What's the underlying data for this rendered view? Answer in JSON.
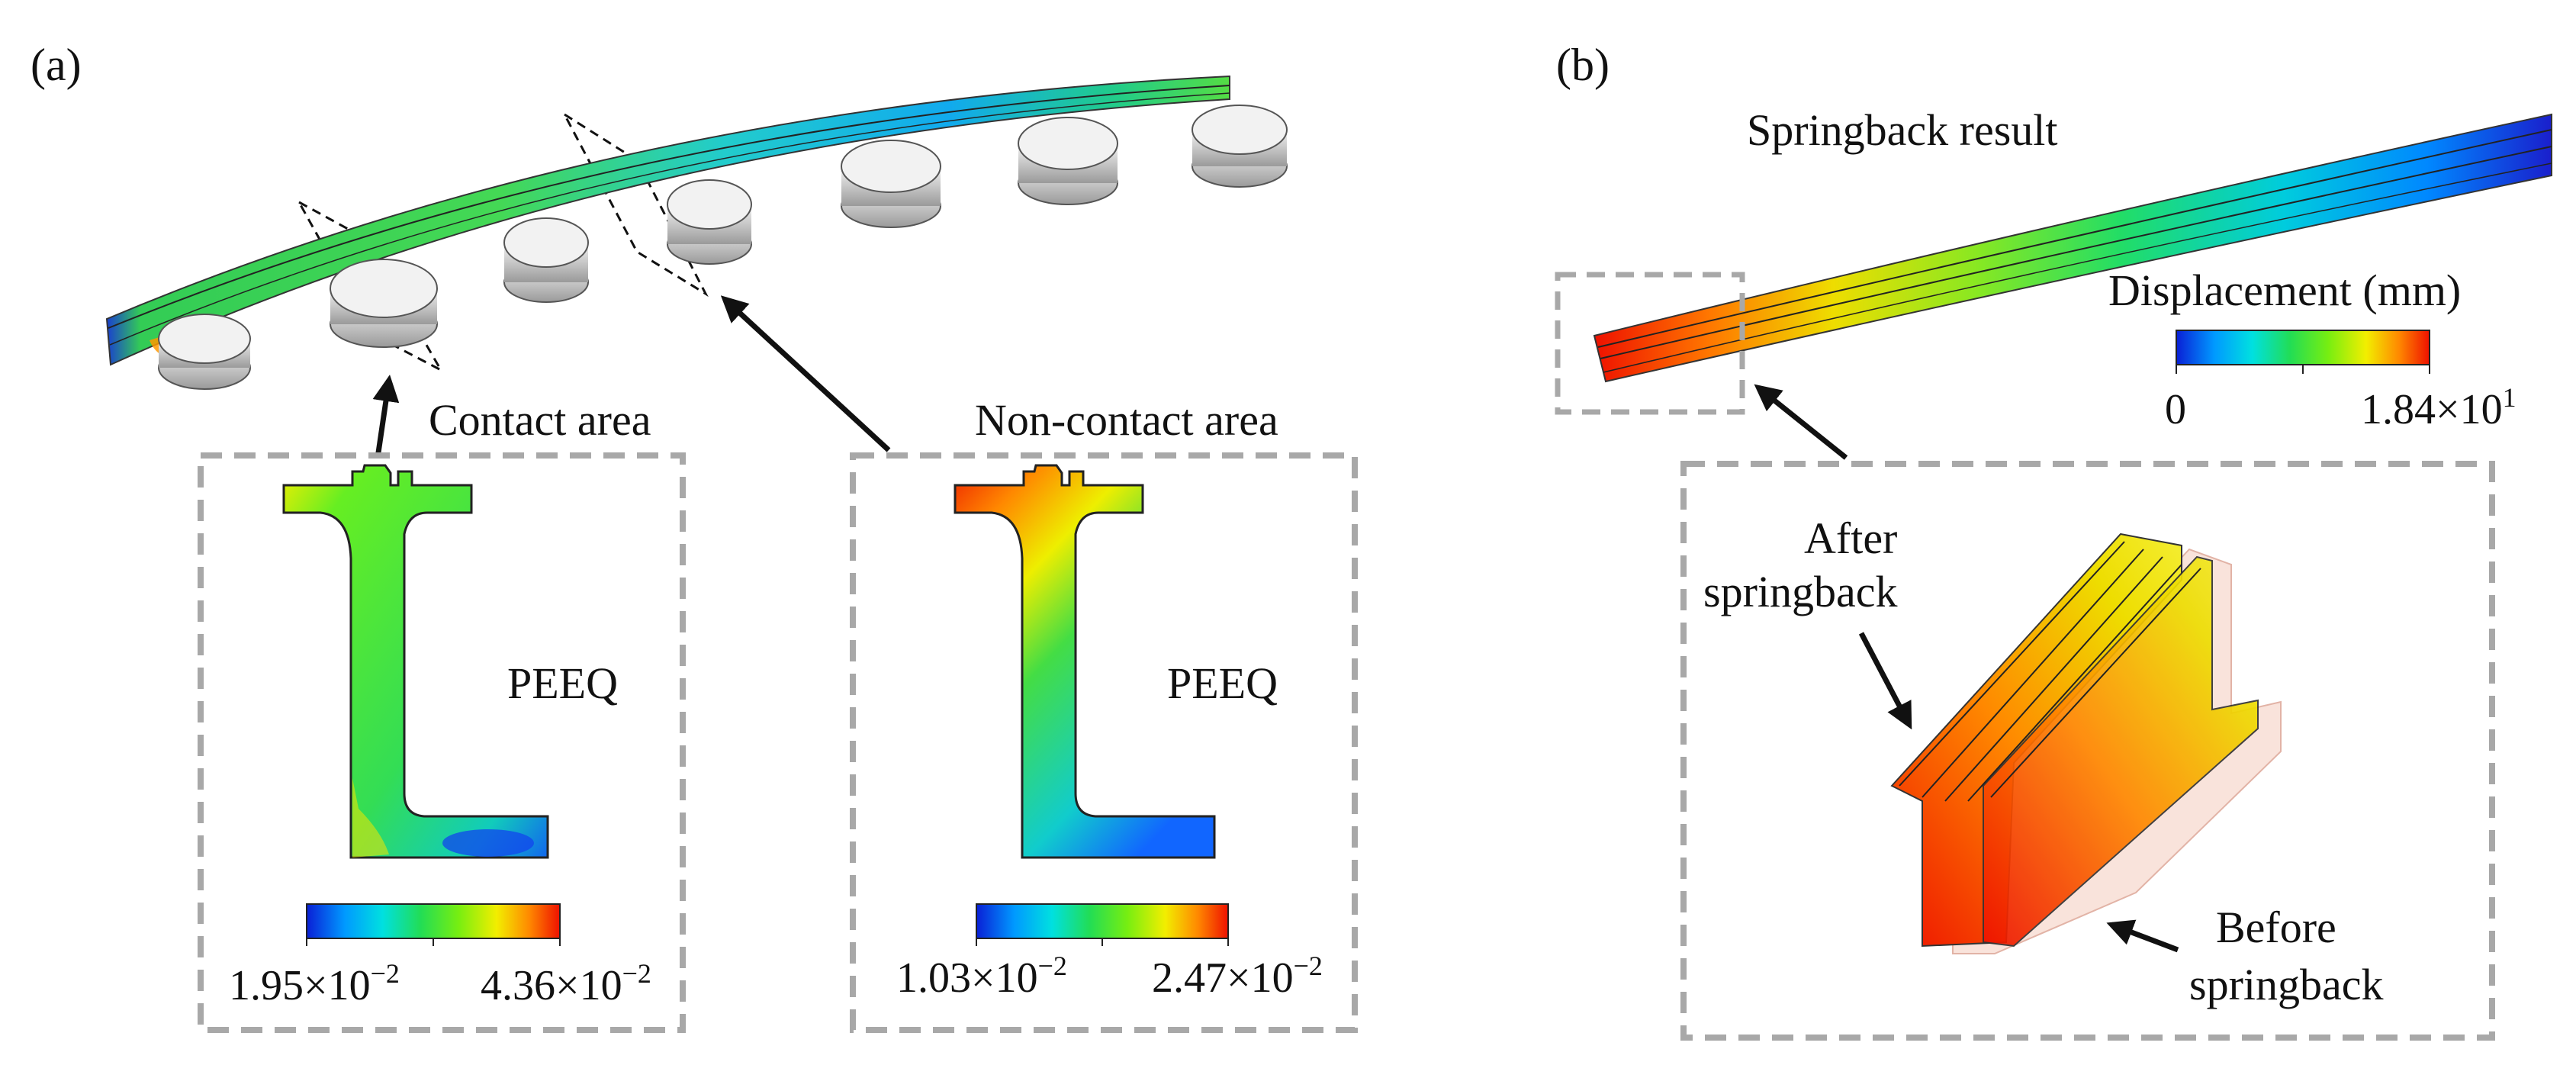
{
  "panel_a": {
    "label": "(a)",
    "contact_label": "Contact area",
    "noncontact_label": "Non-contact area",
    "contact_field": "PEEQ",
    "noncontact_field": "PEEQ",
    "contact_scale": {
      "min": "1.95×10",
      "min_exp": "−2",
      "max": "4.36×10",
      "max_exp": "−2"
    },
    "noncontact_scale": {
      "min": "1.03×10",
      "min_exp": "−2",
      "max": "2.47×10",
      "max_exp": "−2"
    }
  },
  "panel_b": {
    "label": "(b)",
    "title": "Springback result",
    "legend_title": "Displacement (mm)",
    "scale": {
      "min": "0",
      "max": "1.84×10",
      "max_exp": "1"
    },
    "after_label_1": "After",
    "after_label_2": "springback",
    "before_label_1": "Before",
    "before_label_2": "springback"
  },
  "colors": {
    "scale_stops": [
      "#0a1fd6",
      "#00a8ff",
      "#00e6e6",
      "#22dd44",
      "#66ee11",
      "#f2ee00",
      "#ff9900",
      "#ee1100"
    ],
    "dashed_box": "#a8a8a8",
    "roller": "#e6e6e6"
  }
}
